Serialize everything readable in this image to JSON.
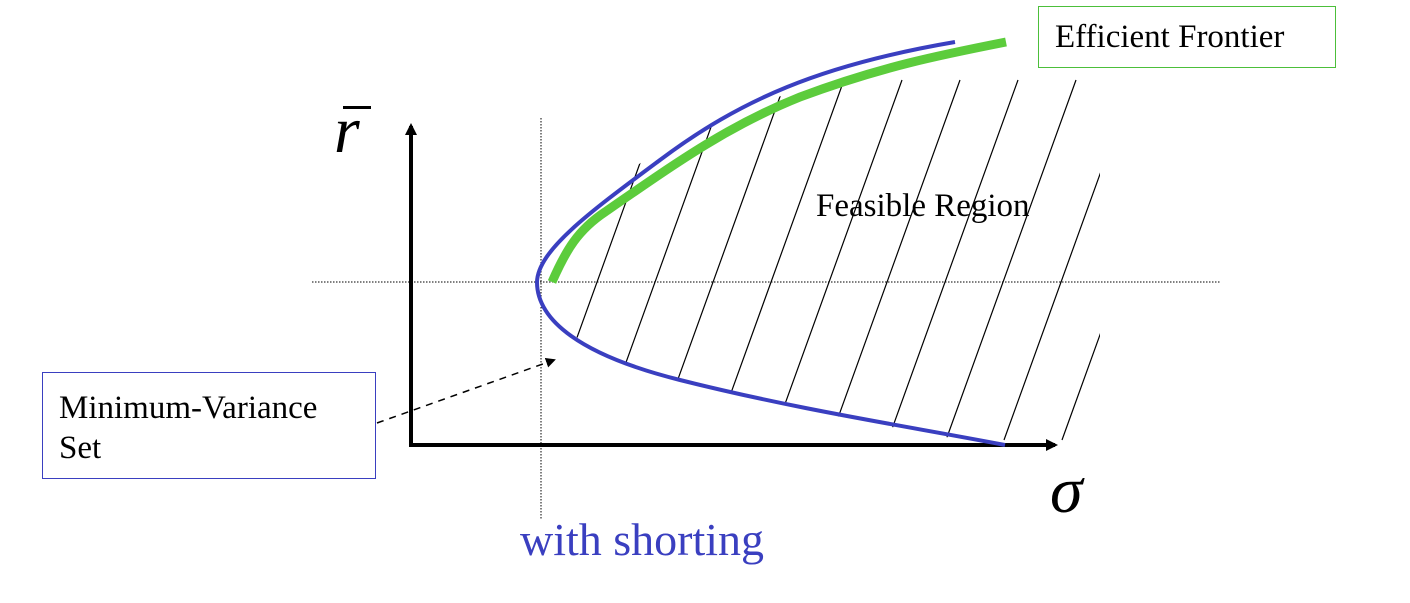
{
  "labels": {
    "efficient_frontier": "Efficient Frontier",
    "feasible_region": "Feasible Region",
    "minimum_variance_line1": "Minimum-Variance",
    "minimum_variance_line2": "Set",
    "with_shorting": "with shorting",
    "y_axis_symbol": "r",
    "x_axis_symbol": "σ"
  },
  "colors": {
    "minimum_variance_curve": "#3a3fc0",
    "efficient_frontier_curve": "#5ccc3c",
    "efficient_box_border": "#4cbf3a",
    "minvar_box_border": "#3a3fc0",
    "shorting_text": "#3a3fc0",
    "axes": "#000000"
  }
}
